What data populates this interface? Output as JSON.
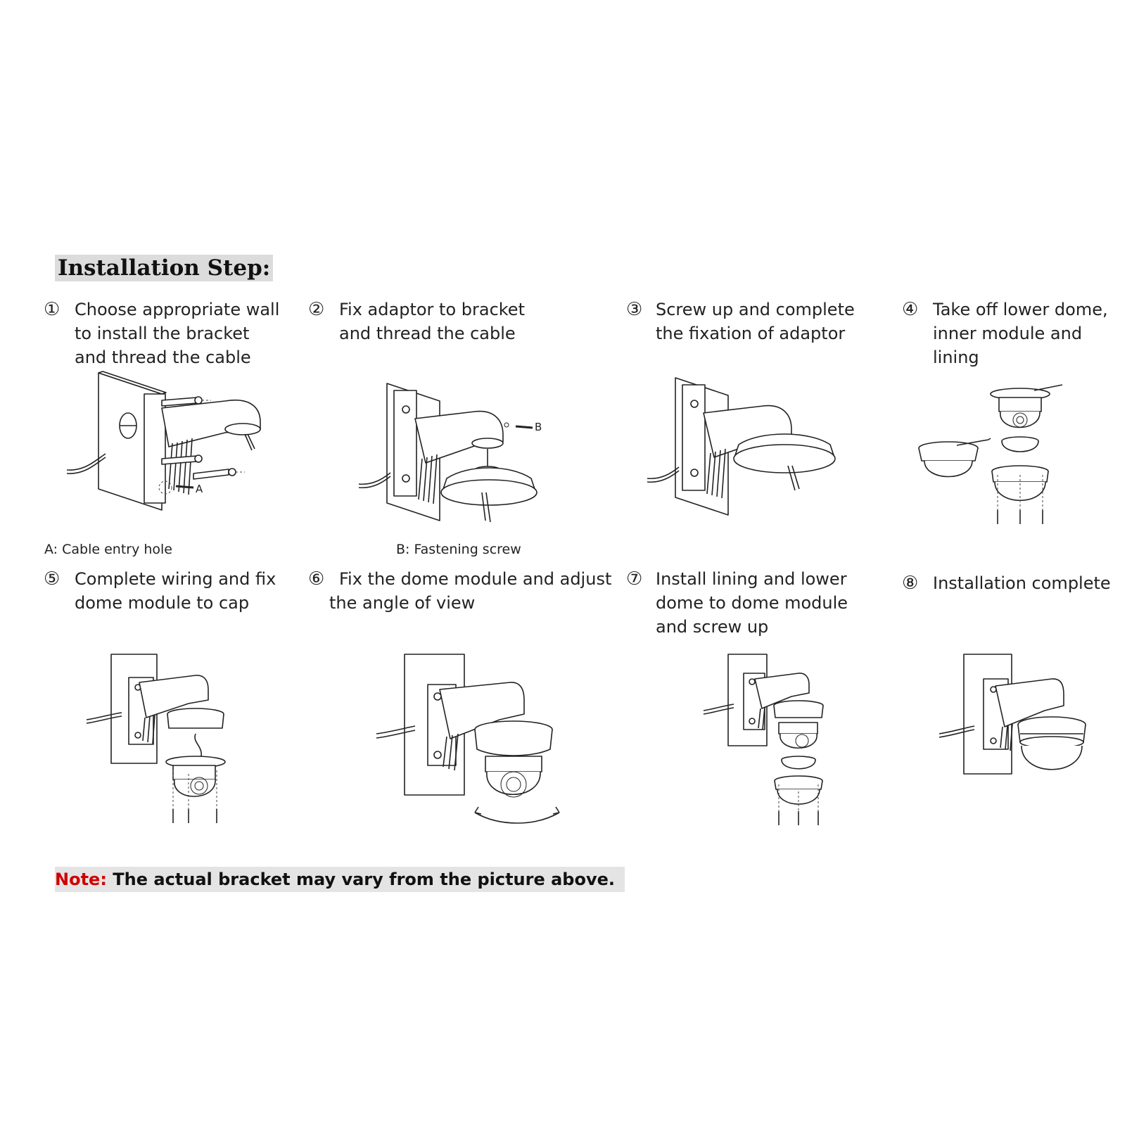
{
  "title": "Installation Step:",
  "steps": [
    {
      "num": "①",
      "text": "Choose appropriate wall to install the bracket and thread the cable"
    },
    {
      "num": "②",
      "text": "Fix adaptor to bracket and thread the cable"
    },
    {
      "num": "③",
      "text": "Screw up and complete the fixation of adaptor"
    },
    {
      "num": "④",
      "text": "Take off lower dome, inner module and lining"
    },
    {
      "num": "⑤",
      "text": "Complete wiring and fix dome module to cap"
    },
    {
      "num": "⑥",
      "text": "Fix the dome module and adjust the angle of view"
    },
    {
      "num": "⑦",
      "text": "Install lining and lower dome to dome module and screw up"
    },
    {
      "num": "⑧",
      "text": "Installation complete"
    }
  ],
  "captions": {
    "a": "A: Cable entry hole",
    "b": "B: Fastening screw"
  },
  "labels": {
    "a": "A",
    "b": "B"
  },
  "note": {
    "prefix": "Note:",
    "text": " The actual bracket may vary from the picture above."
  }
}
